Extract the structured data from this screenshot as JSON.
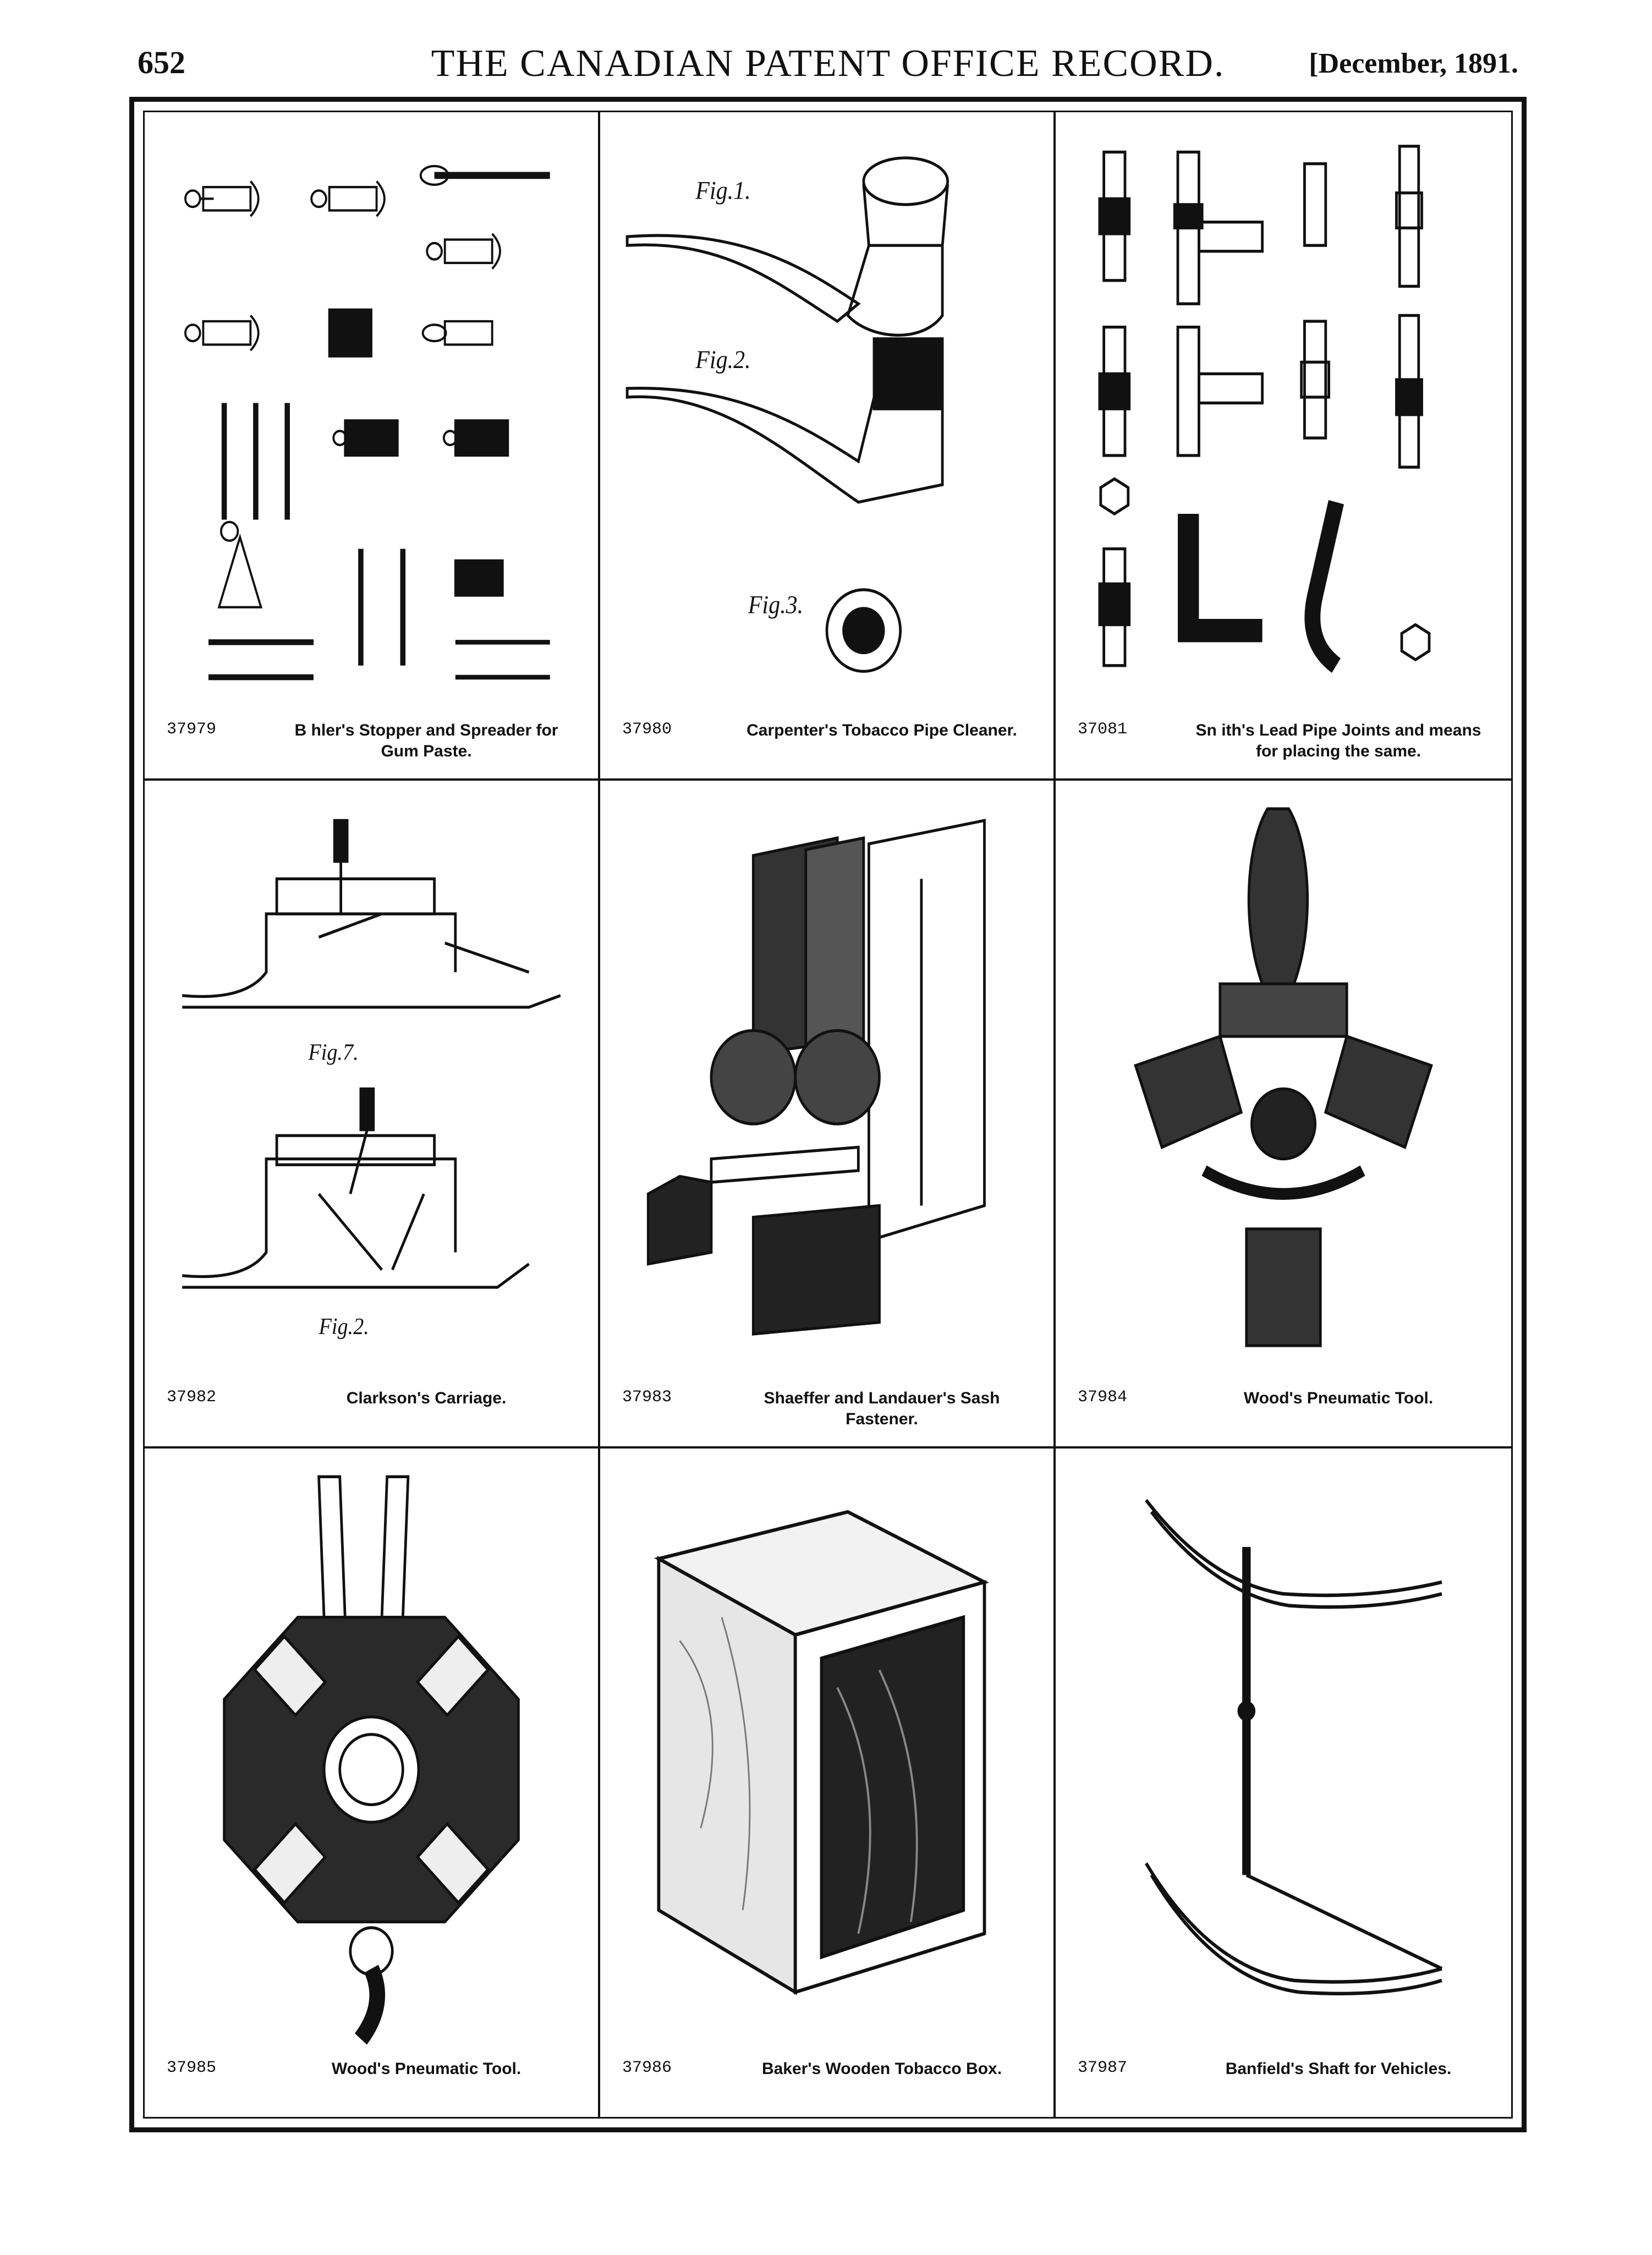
{
  "header": {
    "page_number": "652",
    "title": "THE CANADIAN PATENT OFFICE RECORD.",
    "date": "[December, 1891."
  },
  "figure_labels": {
    "fig1": "Fig.1.",
    "fig2": "Fig.2.",
    "fig3": "Fig.3.",
    "fig7": "Fig.7.",
    "fig2b": "Fig.2."
  },
  "patents": [
    {
      "number": "37979",
      "title": "B hler's Stopper and Spreader for Gum Paste."
    },
    {
      "number": "37980",
      "title": "Carpenter's Tobacco Pipe Cleaner."
    },
    {
      "number": "37081",
      "title": "Sn ith's Lead Pipe Joints and means for placing the same."
    },
    {
      "number": "37982",
      "title": "Clarkson's Carriage."
    },
    {
      "number": "37983",
      "title": "Shaeffer and Landauer's Sash Fastener."
    },
    {
      "number": "37984",
      "title": "Wood's Pneumatic Tool."
    },
    {
      "number": "37985",
      "title": "Wood's Pneumatic Tool."
    },
    {
      "number": "37986",
      "title": "Baker's Wooden Tobacco Box."
    },
    {
      "number": "37987",
      "title": "Banfield's Shaft for Vehicles."
    }
  ]
}
